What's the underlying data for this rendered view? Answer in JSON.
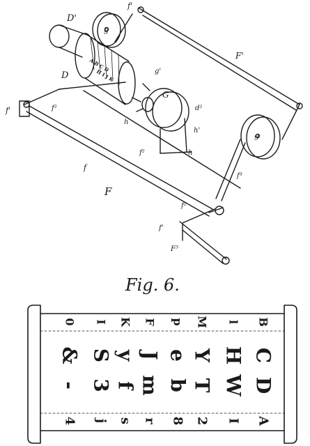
{
  "figure_caption": "Fig. 6.",
  "machine_labels": {
    "D1": "D'",
    "D": "D",
    "f1_top": "f'",
    "F1": "F'",
    "g1": "g'",
    "g_top": "g",
    "G": "G",
    "d2": "d²",
    "h1": "h'",
    "h": "h",
    "h_left": "h",
    "f1_left": "f'",
    "f2_left": "f²",
    "f2_mid": "f²",
    "f": "f",
    "F": "F",
    "f3": "f³",
    "f2_bottom": "f²",
    "f1_bottom": "f'",
    "F5": "F⁵",
    "g_right": "g"
  },
  "drum_rows": [
    [
      "&",
      "S",
      "y",
      "J",
      "e",
      "Y",
      "H",
      "C"
    ],
    [
      "-",
      "3",
      "f",
      "m",
      "b",
      "T",
      "W",
      "D"
    ]
  ],
  "drum_top_glyphs": [
    "0",
    "I",
    "K",
    "F",
    "p",
    "M",
    "l",
    "B"
  ],
  "drum_bottom_glyphs": [
    "4",
    "j",
    "s",
    "r",
    "8",
    "2",
    "I",
    "A"
  ]
}
